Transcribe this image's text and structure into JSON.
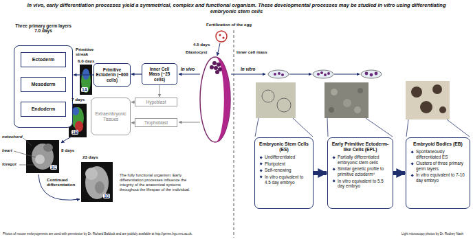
{
  "diagram": {
    "title": "In vivo, early differentiation processes yield a symmetrical, complex and functional organism. These developmental processes may be studied in vitro using differentiating embryonic stem cells",
    "nodes": [
      {
        "text": [
          "Three primary germ layers",
          "7.0 days"
        ]
      },
      {
        "text": [
          "Ectoderm"
        ],
        "in": 0
      },
      {
        "text": [
          "Mesoderm"
        ],
        "in": 0
      },
      {
        "text": [
          "Endoderm"
        ],
        "in": 0
      },
      {
        "text": [
          "Primitive Ectoderm (~600 cells)"
        ]
      },
      {
        "text": [
          "Inner Cell Mass (~25 cells)"
        ]
      },
      {
        "text": [
          "Extraembryonic Tissues"
        ]
      },
      {
        "text": [
          "Hypoblast"
        ]
      },
      {
        "text": [
          "Trophoblast"
        ]
      },
      {
        "text": [
          "Embryonic Stem Cells (ES)",
          "Undifferentiated",
          "Pluripotent",
          "Self-renewing",
          "In vitro equivalent to 4.5 day embryo"
        ]
      },
      {
        "text": [
          "Early Primitive Ectoderm-like Cells (EPL)",
          "Partially differentiated embryonic stem cells",
          "Similar genetic profile to primitive ectoderm⁴",
          "In vitro equivalent to 5.5 day embryo"
        ]
      },
      {
        "text": [
          "Embryoid Bodies (EB)",
          "Spontaneously differentiated ES",
          "Clusters of three primary germ layers",
          "In vitro equivalent to 7-10 day embryo"
        ]
      }
    ],
    "edges": [
      {
        "from": 5,
        "to": 4,
        "arrow": "to"
      },
      {
        "from": 4,
        "to": 0,
        "arrow": "to"
      },
      {
        "from": 5,
        "to": 7,
        "arrow": "to"
      },
      {
        "from": 7,
        "to": 6,
        "arrow": "to"
      },
      {
        "from": 8,
        "to": 6,
        "arrow": "to"
      },
      {
        "from": 9,
        "to": 10,
        "arrow": "to"
      },
      {
        "from": 10,
        "to": 11,
        "arrow": "to"
      }
    ],
    "labels": [
      "Fertilization of the egg",
      "4.5 days",
      "Blastocyst",
      "Inner cell mass",
      "In vivo",
      "In vitro",
      "Primitive streak",
      "6.0 days",
      "1A",
      "7 days",
      "1B",
      "notochord",
      "heart",
      "foregut",
      "8 days",
      "1C",
      "23 days",
      "1D",
      "Continued differentiation",
      "The fully functional organism: Early differentiation processes influence the integrity of the anatomical systems throughout the lifespan of the individual.",
      "Photos of mouse embryogenesis are used with permission by Dr. Richard Baldock and are publicly available at http://genex.hgu.mrc.ac.uk.",
      "Light microscopy photos by Dr. Rodney Nash"
    ]
  }
}
